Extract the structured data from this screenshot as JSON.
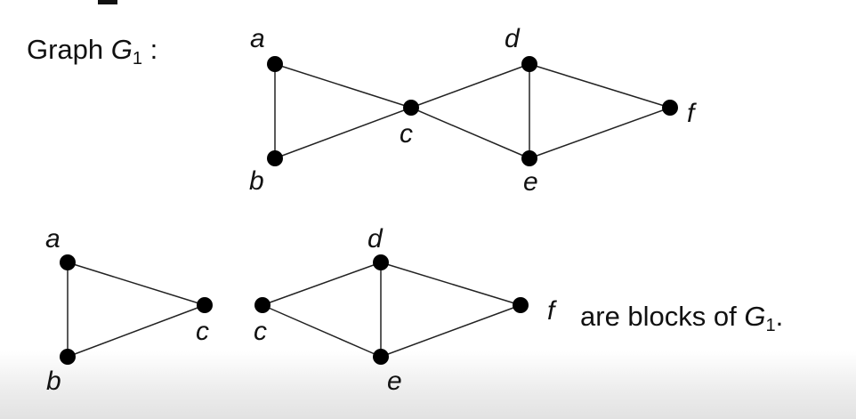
{
  "caption_top": {
    "prefix": "Graph ",
    "graph_name": "G",
    "subscript": "1",
    "suffix": " :"
  },
  "caption_bottom": {
    "prefix": "are blocks of ",
    "graph_name": "G",
    "subscript": "1",
    "suffix": "."
  },
  "graph_g1": {
    "vertices": [
      "a",
      "b",
      "c",
      "d",
      "e",
      "f"
    ],
    "edges": [
      [
        "a",
        "b"
      ],
      [
        "a",
        "c"
      ],
      [
        "b",
        "c"
      ],
      [
        "c",
        "d"
      ],
      [
        "c",
        "e"
      ],
      [
        "d",
        "e"
      ],
      [
        "d",
        "f"
      ],
      [
        "e",
        "f"
      ]
    ]
  },
  "block_1": {
    "vertices": [
      "a",
      "b",
      "c"
    ],
    "edges": [
      [
        "a",
        "b"
      ],
      [
        "a",
        "c"
      ],
      [
        "b",
        "c"
      ]
    ]
  },
  "block_2": {
    "vertices": [
      "c",
      "d",
      "e",
      "f"
    ],
    "edges": [
      [
        "c",
        "d"
      ],
      [
        "c",
        "e"
      ],
      [
        "d",
        "e"
      ],
      [
        "d",
        "f"
      ],
      [
        "e",
        "f"
      ]
    ]
  }
}
